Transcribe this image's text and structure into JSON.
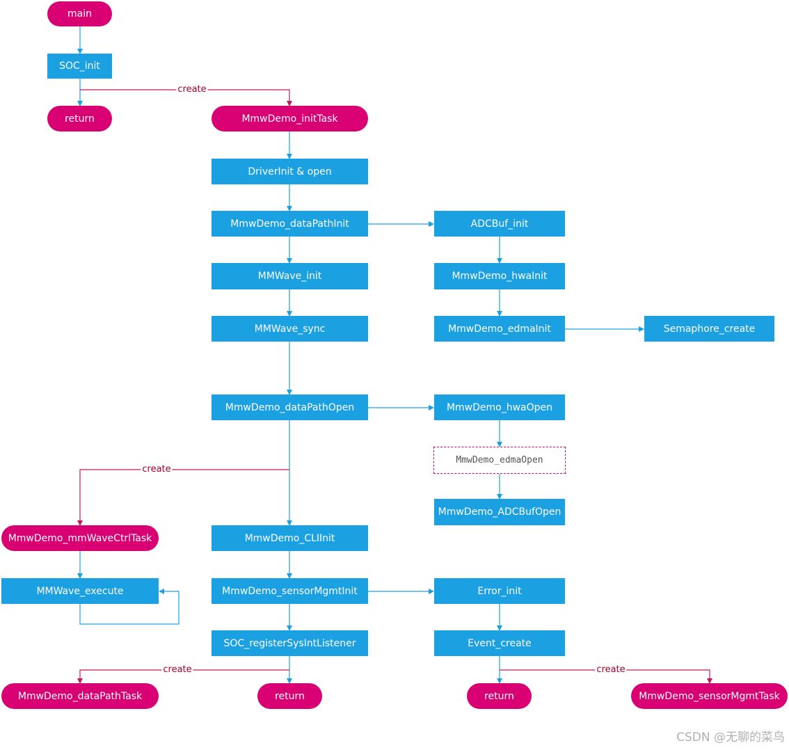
{
  "colors": {
    "task": "#d80073",
    "function": "#1ba1e2",
    "call_edge": "#1ba1e2",
    "create_edge": "#c2185b",
    "label": "#a20025"
  },
  "nodes": {
    "main": "main",
    "soc_init": "SOC_init",
    "return_main": "return",
    "init_task": "MmwDemo_initTask",
    "driver_init": "DriverInit & open",
    "datapath_init": "MmwDemo_dataPathInit",
    "adcbuf_init": "ADCBuf_init",
    "mmwave_init": "MMWave_init",
    "hwa_init": "MmwDemo_hwaInit",
    "mmwave_sync": "MMWave_sync",
    "edma_init": "MmwDemo_edmaInit",
    "semaphore_create": "Semaphore_create",
    "datapath_open": "MmwDemo_dataPathOpen",
    "hwa_open": "MmwDemo_hwaOpen",
    "edma_open": "MmwDemo_edmaOpen",
    "adcbuf_open": "MmwDemo_ADCBufOpen",
    "ctrl_task": "MmwDemo_mmWaveCtrlTask",
    "cli_init": "MmwDemo_CLIInit",
    "mmwave_execute": "MMWave_execute",
    "sensor_mgmt_init": "MmwDemo_sensorMgmtInit",
    "error_init": "Error_init",
    "register_listener": "SOC_registerSysIntListener",
    "event_create": "Event_create",
    "datapath_task": "MmwDemo_dataPathTask",
    "return_init": "return",
    "return_sensor": "return",
    "sensor_mgmt_task": "MmwDemo_sensorMgmtTask"
  },
  "edge_labels": {
    "create_init_task": "create",
    "create_ctrl_task": "create",
    "create_datapath_task": "create",
    "create_sensor_task": "create"
  },
  "watermark": "CSDN @无聊的菜鸟"
}
